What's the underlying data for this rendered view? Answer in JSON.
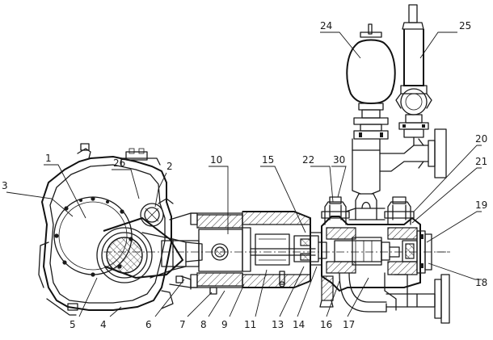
{
  "labels": {
    "l1": "1",
    "l2": "2",
    "l3": "3",
    "l4": "4",
    "l5": "5",
    "l6": "6",
    "l7": "7",
    "l8": "8",
    "l9": "9",
    "l10": "10",
    "l11": "11",
    "l13": "13",
    "l14": "14",
    "l15": "15",
    "l16": "16",
    "l17": "17",
    "l18": "18",
    "l19": "19",
    "l20": "20",
    "l21": "21",
    "l22": "22",
    "l24": "24",
    "l25": "25",
    "l26": "26",
    "l30": "30"
  }
}
